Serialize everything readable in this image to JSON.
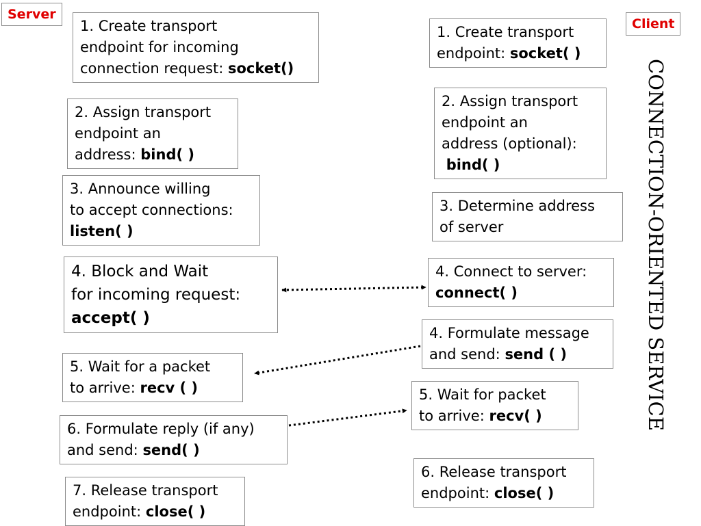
{
  "labels": {
    "server": "Server",
    "client": "Client"
  },
  "side_title": "CONNECTION-ORIENTED SERVICE",
  "server_steps": [
    {
      "lines": [
        "1. Create transport",
        "endpoint for incoming",
        "connection request: "
      ],
      "call": "socket()"
    },
    {
      "lines": [
        "2. Assign transport",
        "endpoint an",
        "address: "
      ],
      "call": "bind( )"
    },
    {
      "lines": [
        "3. Announce willing",
        "to accept connections:",
        ""
      ],
      "call": "listen( )"
    },
    {
      "lines": [
        "4. Block and Wait",
        "for incoming request:",
        ""
      ],
      "call": "accept( )"
    },
    {
      "lines": [
        "5. Wait for a packet",
        "to arrive: "
      ],
      "call": "recv ( )"
    },
    {
      "lines": [
        "6. Formulate reply (if any)",
        "and send: "
      ],
      "call": "send( )"
    },
    {
      "lines": [
        "7. Release transport",
        "endpoint: "
      ],
      "call": "close( )"
    }
  ],
  "client_steps": [
    {
      "lines": [
        "1. Create transport",
        "endpoint: "
      ],
      "call": "socket( )"
    },
    {
      "lines": [
        "2. Assign transport",
        "endpoint an",
        "address (optional):",
        " "
      ],
      "call": "bind( )"
    },
    {
      "lines": [
        "3. Determine address",
        "of server"
      ],
      "call": ""
    },
    {
      "lines": [
        "4. Connect to server:",
        ""
      ],
      "call": "connect( )"
    },
    {
      "lines": [
        "4. Formulate message",
        "and send: "
      ],
      "call": "send ( )"
    },
    {
      "lines": [
        "5. Wait for packet",
        "to arrive: "
      ],
      "call": "recv( )"
    },
    {
      "lines": [
        "6. Release transport",
        "endpoint: "
      ],
      "call": "close( )"
    }
  ]
}
